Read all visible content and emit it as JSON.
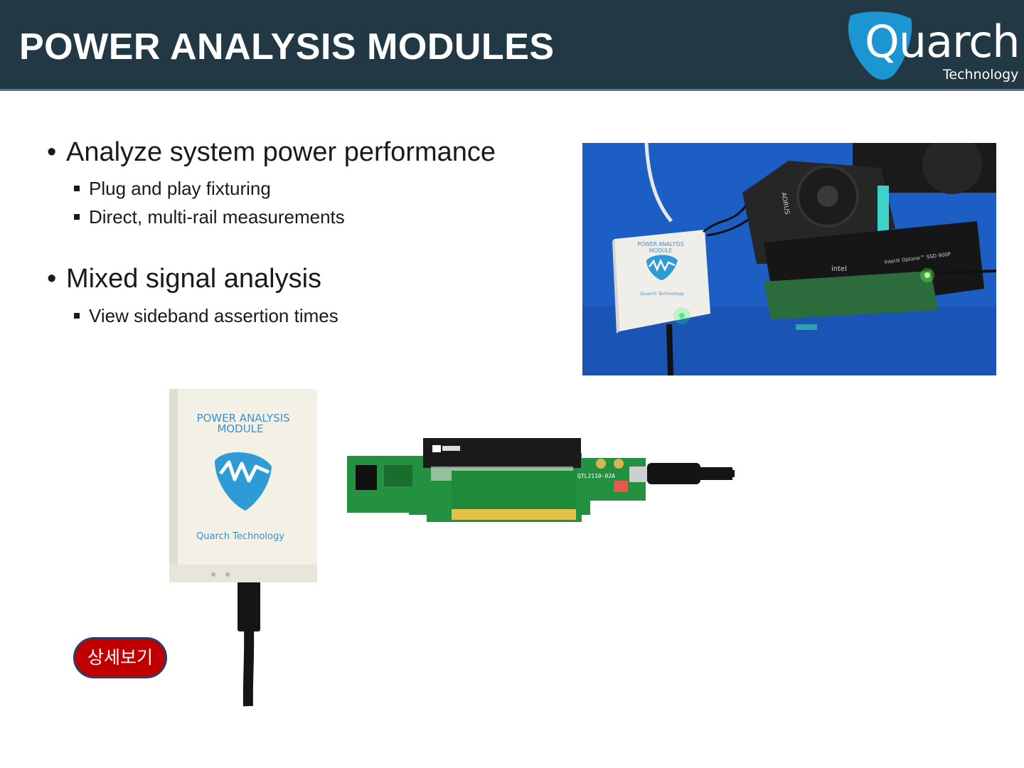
{
  "header": {
    "title": "POWER ANALYSIS MODULES",
    "logo_text": "Quarch",
    "logo_subtext": "Technology"
  },
  "bullets": [
    {
      "text": "Analyze system power performance",
      "subitems": [
        "Plug and play fixturing",
        "Direct, multi-rail measurements"
      ]
    },
    {
      "text": "Mixed signal analysis",
      "subitems": [
        "View sideband assertion times"
      ]
    }
  ],
  "photo": {
    "module_label_line1": "POWER ANALYSIS",
    "module_label_line2": "MODULE",
    "module_brand": "Quarch Technology",
    "card_brand": "intel",
    "card_model": "Intel® Optane™ SSD 900P",
    "cooler_brand": "AORUS"
  },
  "product": {
    "module_label_line1": "POWER ANALYSIS",
    "module_label_line2": "MODULE",
    "module_brand": "Quarch Technology",
    "board_label": "QTL2110-02A"
  },
  "detail_button": {
    "label": "상세보기"
  },
  "colors": {
    "header_bg": "#223845",
    "header_rule": "#5a7894",
    "logo_blue": "#1b96d3",
    "button_red": "#c00000",
    "button_border": "#2f3c64",
    "photo_bg": "#1d5ec4",
    "pcb_green": "#1f8a3a"
  }
}
